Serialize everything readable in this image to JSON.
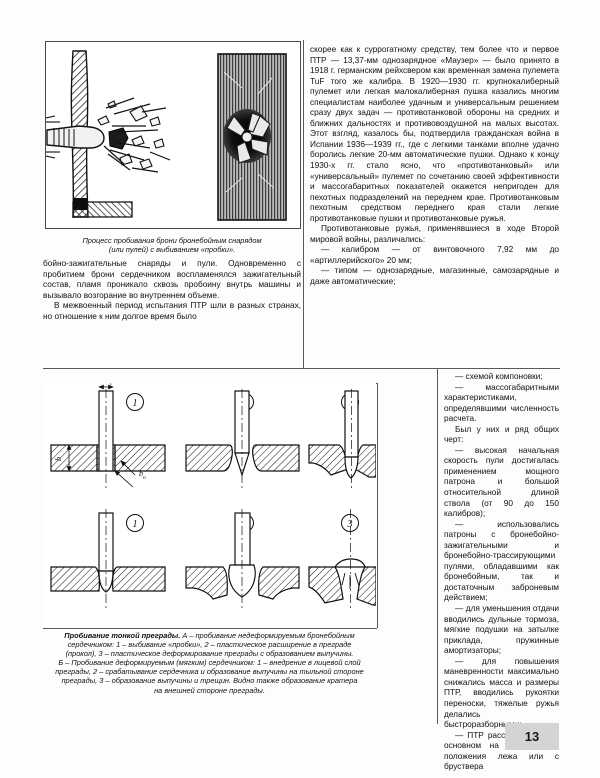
{
  "page": {
    "number": "13",
    "language": "ru"
  },
  "figure_top": {
    "name": "armor-penetration-illustration",
    "caption_line1": "Процесс пробивания брони бронебойным снарядом",
    "caption_line2": "(или пулей) с выбиванием «пробки».",
    "elements": {
      "projectile": "bullet-core",
      "armor_plate": "hatched-armor-plate",
      "fragments": "spall-fragments",
      "photo_panel": "armor-hole-photograph"
    }
  },
  "left_column": {
    "paragraphs": [
      "бойно-зажигательные снаряды и пули. Одновременно с пробитием брони сердечником воспламенялся зажигательный состав, пламя проникало сквозь пробоину внутрь машины и вызывало возгорание во внутреннем объеме.",
      "В межвоенный период испытания ПТР шли в разных странах, но отношение к ним долгое время было"
    ]
  },
  "right_column_wide": {
    "paragraphs": [
      "скорее как к суррогатному средству, тем более что и первое ПТР — 13,37-мм однозарядное «Маузер» — было принято в 1918 г. германским рейхсвером как временная замена пулемета TuF того же калибра. В 1920—1930 гг. крупнокалиберный пулемет или легкая малокалиберная пушка казались многим специалистам наиболее удачным и универсальным решением сразу двух задач — противотанковой обороны на средних и ближних дальностях и противовоздушной на малых высотах. Этот взгляд, казалось бы, подтвердила гражданская война в Испании 1936—1939 гг., где с легкими танками вполне удачно боролись легкие 20-мм автоматические пушки. Однако к концу 1930-х гг. стало ясно, что «противотанковый» или «универсальный» пулемет по сочетанию своей эффективности и массогабаритных показателей окажется непригоден для пехотных подразделений на переднем крае. Противотанковым пехотным средством переднего края стали легкие противотанковые пушки и противотанковые ружья.",
      "Противотанковые ружья, применявшиеся в ходе Второй мировой войны, различались:",
      "— калибром — от винтовочного 7,92 мм до «артиллерийского» 20 мм;",
      "— типом — однозарядные, магазинные, самозарядные и даже автоматические;"
    ]
  },
  "right_column_narrow": {
    "paragraphs": [
      "— схемой компоновки;",
      "— массогабаритными характеристиками, определявшими численность расчета.",
      "Был у них и ряд общих черт:",
      "— высокая начальная скорость пули достигалась применением мощного патрона и большой относительной длиной ствола (от 90 до 150 калибров);",
      "— использовались патроны с бронебойно-зажигательными и бронебойно-трассирующими пулями, обладавшими как бронебойным, так и достаточным заброневым действием;",
      "— для уменьшения отдачи вводились дульные тормоза, мягкие подушки на затылке приклада, пружинные амортизаторы;",
      "— для повышения маневренности максимально снижались масса и размеры ПТР, вводились рукоятки переноски, тяжелые ружья делались быстроразборными;",
      "— ПТР рассчитывались в основном на стрельбу из положения лежа или с бруствера"
    ]
  },
  "figure_bottom": {
    "name": "thin-barrier-penetration-diagram",
    "panel_labels": [
      "1",
      "2",
      "3",
      "1",
      "2",
      "3"
    ],
    "dimension_labels": {
      "core_diameter": "d",
      "core_diameter_sub": "с",
      "plate_thickness": "b",
      "plug_thickness": "b",
      "plug_thickness_sub": "п"
    },
    "caption": "Пробивание тонкой преграды. А – пробивание недеформируемым бронебойным сердечником: 1 – выбивание «пробки», 2 – пластическое расширение в преграде (прокол), 3 – пластическое деформирование преграды с образованием выпучины. Б – Пробивание деформируемым (мягким) сердечником: 1 – внедрение в лицевой слой преграды, 2 – срабатывание сердечника и образование выпучины на тыльной стороне преграды, 3 – образование выпучины и трещин. Видно также образование кратера на внешней стороне преграды.",
    "caption_lines": [
      "Пробивание тонкой преграды. А – пробивание недеформируемым бронебойным",
      "сердечником: 1 – выбивание «пробки», 2 – пластическое расширение в преграде",
      "(прокол), 3 – пластическое деформирование преграды с образованием выпучины.",
      "Б – Пробивание деформируемым (мягким) сердечником: 1 – внедрение в лицевой слой",
      "преграды, 2 – срабатывание сердечника и образование выпучины на тыльной стороне",
      "преграды, 3 – образование выпучины и трещин. Видно также образование кратера",
      "на внешней стороне преграды."
    ],
    "caption_bold_prefix": "Пробивание тонкой преграды."
  },
  "colors": {
    "page_background": "#fdfdfd",
    "text": "#111111",
    "rule": "#5a5a5a",
    "page_number_badge": "#d4d4d4",
    "figure_border": "#4a4a4a"
  }
}
